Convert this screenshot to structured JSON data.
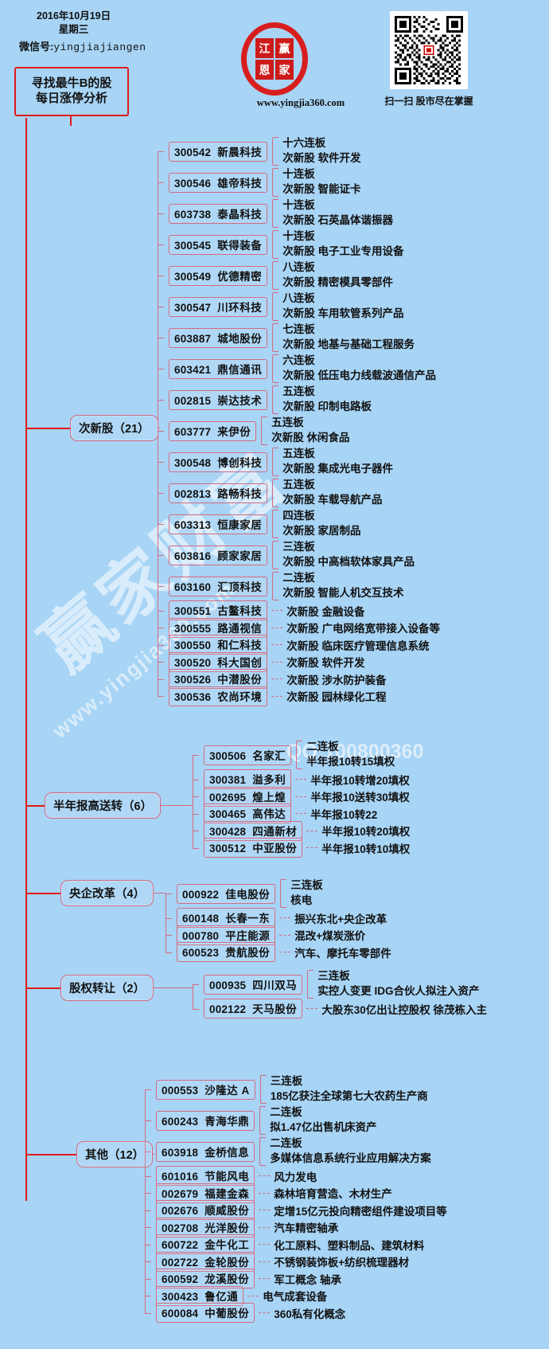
{
  "header": {
    "date": "2016年10月19日",
    "weekday": "星期三",
    "wechat_label": "微信号:",
    "wechat_id": "yingjiajiangen",
    "title_line1": "寻找最牛B的股",
    "title_line2": "每日涨停分析",
    "logo_chars": [
      "江",
      "赢",
      "恩",
      "家"
    ],
    "site": "www.yingjia360.com",
    "qr_caption": "扫一扫 股市尽在掌握",
    "watermark_main": "赢家财富",
    "watermark_url": "www.yingjia360.com",
    "watermark_qq": "QQ:100800360"
  },
  "colors": {
    "background": "#a8d4f5",
    "accent_red": "#e01b1b",
    "node_border": "#d46a82",
    "text": "#111111"
  },
  "categories": [
    {
      "id": "cixingu",
      "label": "次新股（21）",
      "items": [
        {
          "code": "300542",
          "name": "新晨科技",
          "line1": "十六连板",
          "line2": "次新股 软件开发"
        },
        {
          "code": "300546",
          "name": "雄帝科技",
          "line1": "十连板",
          "line2": "次新股 智能证卡"
        },
        {
          "code": "603738",
          "name": "泰晶科技",
          "line1": "十连板",
          "line2": "次新股 石英晶体谐振器"
        },
        {
          "code": "300545",
          "name": "联得装备",
          "line1": "十连板",
          "line2": "次新股 电子工业专用设备"
        },
        {
          "code": "300549",
          "name": "优德精密",
          "line1": "八连板",
          "line2": "次新股 精密模具零部件"
        },
        {
          "code": "300547",
          "name": "川环科技",
          "line1": "八连板",
          "line2": "次新股 车用软管系列产品"
        },
        {
          "code": "603887",
          "name": "城地股份",
          "line1": "七连板",
          "line2": "次新股 地基与基础工程服务"
        },
        {
          "code": "603421",
          "name": "鼎信通讯",
          "line1": "六连板",
          "line2": "次新股 低压电力线载波通信产品"
        },
        {
          "code": "002815",
          "name": "崇达技术",
          "line1": "五连板",
          "line2": "次新股 印制电路板"
        },
        {
          "code": "603777",
          "name": "来伊份",
          "line1": "五连板",
          "line2": "次新股 休闲食品"
        },
        {
          "code": "300548",
          "name": "博创科技",
          "line1": "五连板",
          "line2": "次新股 集成光电子器件"
        },
        {
          "code": "002813",
          "name": "路畅科技",
          "line1": "五连板",
          "line2": "次新股 车载导航产品"
        },
        {
          "code": "603313",
          "name": "恒康家居",
          "line1": "四连板",
          "line2": "次新股 家居制品"
        },
        {
          "code": "603816",
          "name": "顾家家居",
          "line1": "三连板",
          "line2": "次新股 中高档软体家具产品"
        },
        {
          "code": "603160",
          "name": "汇顶科技",
          "line1": "二连板",
          "line2": "次新股 智能人机交互技术"
        },
        {
          "code": "300551",
          "name": "古鳌科技",
          "line1": "",
          "line2": "次新股 金融设备"
        },
        {
          "code": "300555",
          "name": "路通视信",
          "line1": "",
          "line2": "次新股 广电网络宽带接入设备等"
        },
        {
          "code": "300550",
          "name": "和仁科技",
          "line1": "",
          "line2": "次新股 临床医疗管理信息系统"
        },
        {
          "code": "300520",
          "name": "科大国创",
          "line1": "",
          "line2": "次新股 软件开发"
        },
        {
          "code": "300526",
          "name": "中潜股份",
          "line1": "",
          "line2": "次新股 涉水防护装备"
        },
        {
          "code": "300536",
          "name": "农尚环境",
          "line1": "",
          "line2": "次新股 园林绿化工程"
        }
      ]
    },
    {
      "id": "gaosongzhuan",
      "label": "半年报高送转（6）",
      "items": [
        {
          "code": "300506",
          "name": "名家汇",
          "line1": "二连板",
          "line2": "半年报10转15填权"
        },
        {
          "code": "300381",
          "name": "溢多利",
          "line1": "",
          "line2": "半年报10转增20填权"
        },
        {
          "code": "002695",
          "name": "煌上煌",
          "line1": "",
          "line2": "半年报10送转30填权"
        },
        {
          "code": "300465",
          "name": "高伟达",
          "line1": "",
          "line2": "半年报10转22"
        },
        {
          "code": "300428",
          "name": "四通新材",
          "line1": "",
          "line2": "半年报10转20填权"
        },
        {
          "code": "300512",
          "name": "中亚股份",
          "line1": "",
          "line2": "半年报10转10填权"
        }
      ]
    },
    {
      "id": "yangqigaige",
      "label": "央企改革（4）",
      "items": [
        {
          "code": "000922",
          "name": "佳电股份",
          "line1": "三连板",
          "line2": "核电"
        },
        {
          "code": "600148",
          "name": "长春一东",
          "line1": "",
          "line2": "振兴东北+央企改革"
        },
        {
          "code": "000780",
          "name": "平庄能源",
          "line1": "",
          "line2": "混改+煤炭涨价"
        },
        {
          "code": "600523",
          "name": "贵航股份",
          "line1": "",
          "line2": "汽车、摩托车零部件"
        }
      ]
    },
    {
      "id": "guquanzhuanrang",
      "label": "股权转让（2）",
      "items": [
        {
          "code": "000935",
          "name": "四川双马",
          "line1": "三连板",
          "line2": "实控人变更 IDG合伙人拟注入资产"
        },
        {
          "code": "002122",
          "name": "天马股份",
          "line1": "",
          "line2": "大股东30亿出让控股权 徐茂栋入主"
        }
      ]
    },
    {
      "id": "qita",
      "label": "其他（12）",
      "items": [
        {
          "code": "000553",
          "name": "沙隆达 A",
          "line1": "三连板",
          "line2": "185亿获注全球第七大农药生产商"
        },
        {
          "code": "600243",
          "name": "青海华鼎",
          "line1": "二连板",
          "line2": "拟1.47亿出售机床资产"
        },
        {
          "code": "603918",
          "name": "金桥信息",
          "line1": "二连板",
          "line2": "多媒体信息系统行业应用解决方案"
        },
        {
          "code": "601016",
          "name": "节能风电",
          "line1": "",
          "line2": "风力发电"
        },
        {
          "code": "002679",
          "name": "福建金森",
          "line1": "",
          "line2": "森林培育营造、木材生产"
        },
        {
          "code": "002676",
          "name": "顺威股份",
          "line1": "",
          "line2": "定增15亿元投向精密组件建设项目等"
        },
        {
          "code": "002708",
          "name": "光洋股份",
          "line1": "",
          "line2": "汽车精密轴承"
        },
        {
          "code": "600722",
          "name": "金牛化工",
          "line1": "",
          "line2": "化工原料、塑料制品、建筑材料"
        },
        {
          "code": "002722",
          "name": "金轮股份",
          "line1": "",
          "line2": "不锈钢装饰板+纺织梳理器材"
        },
        {
          "code": "600592",
          "name": "龙溪股份",
          "line1": "",
          "line2": "军工概念 轴承"
        },
        {
          "code": "300423",
          "name": "鲁亿通",
          "line1": "",
          "line2": "电气成套设备"
        },
        {
          "code": "600084",
          "name": "中葡股份",
          "line1": "",
          "line2": "360私有化概念"
        }
      ]
    }
  ]
}
